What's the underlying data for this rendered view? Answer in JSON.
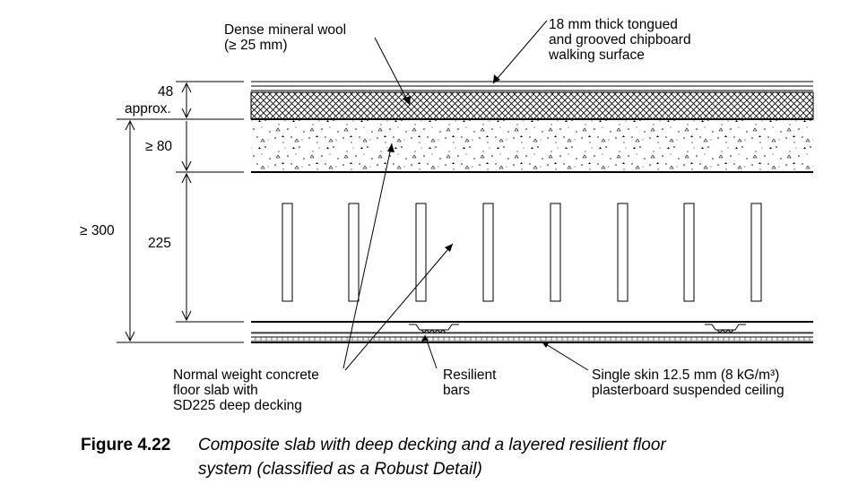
{
  "labels": {
    "mineral_wool_line1": "Dense mineral wool",
    "mineral_wool_line2": "(≥ 25 mm)",
    "chipboard_line1": "18 mm thick tongued",
    "chipboard_line2": "and grooved chipboard",
    "chipboard_line3": "walking surface",
    "concrete_line1": "Normal weight concrete",
    "concrete_line2": "floor slab with",
    "concrete_line3": "SD225 deep decking",
    "resilient_line1": "Resilient",
    "resilient_line2": "bars",
    "ceiling_line1": "Single skin 12.5 mm (8 kG/m³)",
    "ceiling_line2": "plasterboard suspended ceiling"
  },
  "dimensions": {
    "top_value": "48",
    "top_note": "approx.",
    "concrete_value": "≥ 80",
    "deck_value": "225",
    "overall_value": "≥ 300"
  },
  "caption": {
    "number": "Figure 4.22",
    "line1": "Composite slab with deep decking and a layered resilient floor",
    "line2": "system (classified as a Robust Detail)"
  }
}
